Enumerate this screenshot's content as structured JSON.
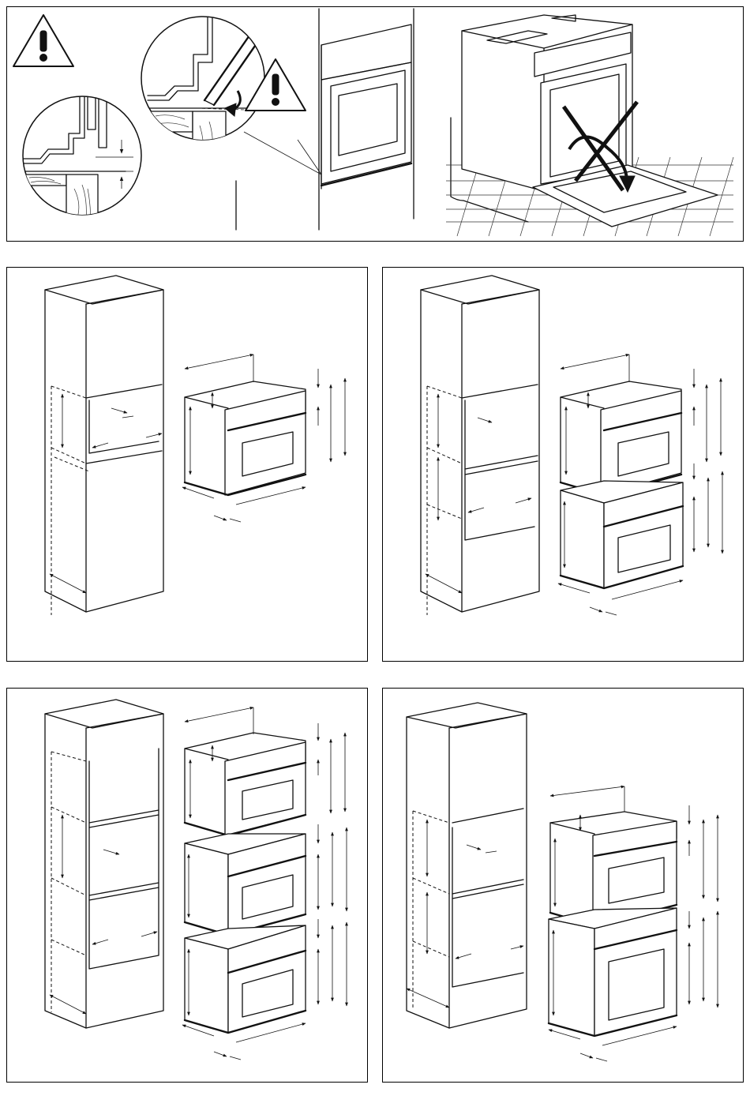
{
  "icons": {
    "warning_1": "warning-triangle-icon",
    "warning_2": "warning-triangle-icon",
    "rotate_arrow": "rotate-arrow-icon",
    "prohibited": "prohibited-cross-icon"
  },
  "panels": {
    "top": "installation-warnings",
    "a": "single-appliance-cabinet",
    "b": "two-appliance-cabinet",
    "c": "three-appliance-cabinet",
    "d": "two-appliance-cabinet-alt"
  },
  "colors": {
    "line": "#111111",
    "background": "#ffffff"
  }
}
